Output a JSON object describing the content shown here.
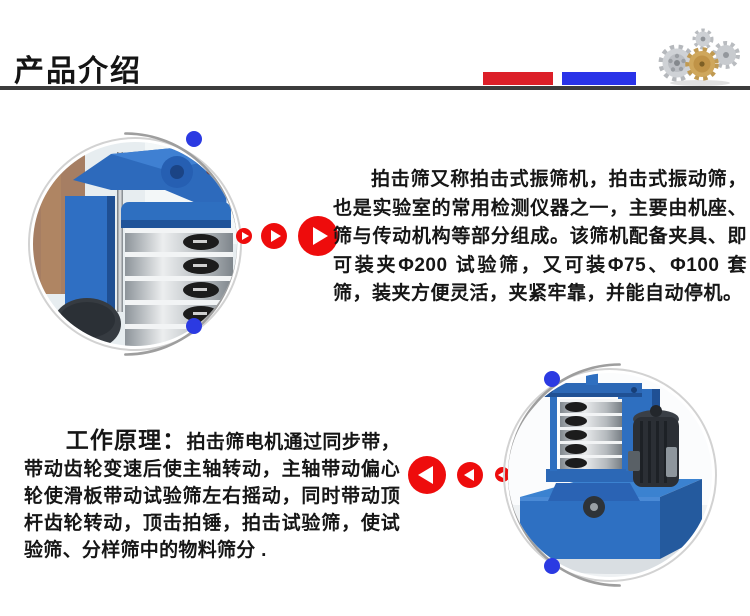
{
  "header": {
    "title": "产品介绍",
    "accent_bar_red_color": "#dc1f28",
    "accent_bar_blue_color": "#2933e8",
    "divider_color": "#3c3c3c",
    "icon": "gears-icon"
  },
  "intro": {
    "text": "拍击筛又称拍击式振筛机，拍击式振动筛，也是实验室的常用检测仪器之一，主要由机座、筛与传动机构等部分组成。该筛机配备夹具、即可装夹Φ200 试验筛，又可装Φ75、Φ100 套筛，装夹方便灵活，夹紧牢靠，并能自动停机。"
  },
  "principle": {
    "heading": "工作原理：",
    "text": "拍击筛电机通过同步带，带动齿轮变速后使主轴转动，主轴带动偏心轮使滑板带动试验筛左右摇动，同时带动顶杆齿轮转动，顶击拍锤，拍击试验筛，使试验筛、分样筛中的物料筛分 ."
  },
  "decorations": {
    "arrow_color": "#ee0c0c",
    "dot_color": "#2b3ae2",
    "ring_color": "#d2d2d2",
    "arc_color": "#9e9e9e",
    "right_arrow_icons": 3,
    "left_arrow_icons": 3
  },
  "photos": {
    "left_subject": "拍击筛筛体特写（蓝色机架与不锈钢试验筛叠层）",
    "right_subject": "拍击筛整机（蓝色机座、筛体叠层与电机）"
  }
}
